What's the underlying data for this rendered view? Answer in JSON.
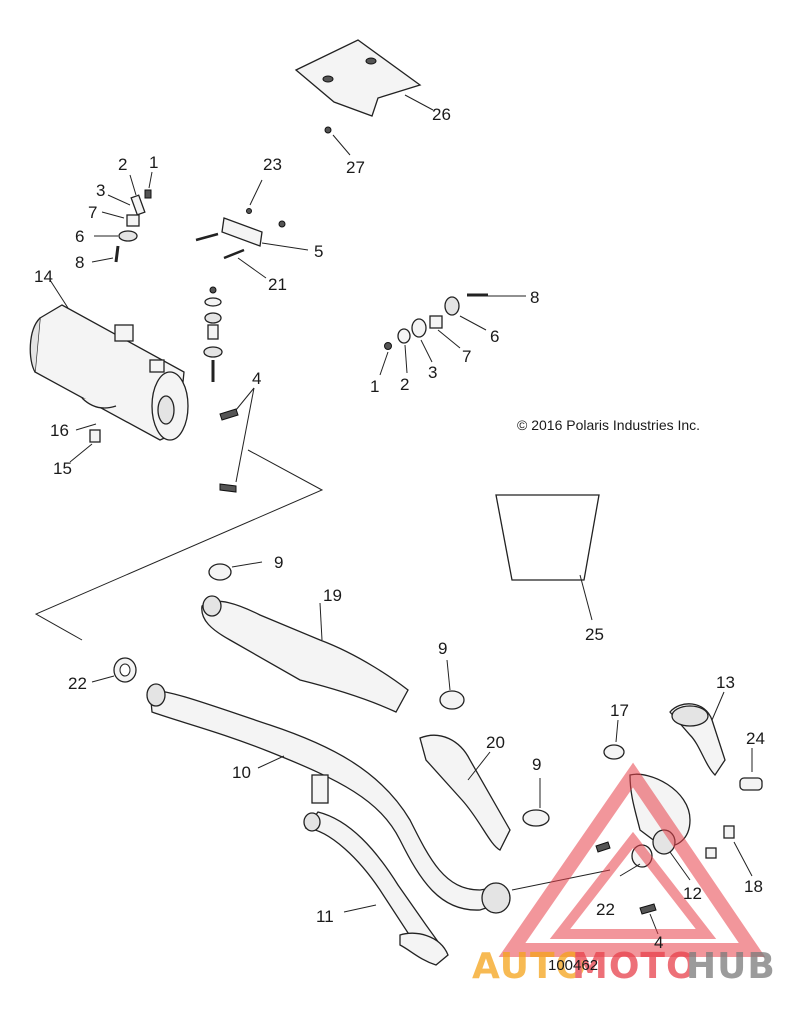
{
  "diagram": {
    "copyright": "© 2016 Polaris Industries Inc.",
    "diagram_id": "100462",
    "callouts": {
      "c26": "26",
      "c27": "27",
      "c2a": "2",
      "c1a": "1",
      "c3a": "3",
      "c7a": "7",
      "c6a": "6",
      "c8a": "8",
      "c23": "23",
      "c5": "5",
      "c21": "21",
      "c14": "14",
      "c4a": "4",
      "c16": "16",
      "c15": "15",
      "c8b": "8",
      "c6b": "6",
      "c7b": "7",
      "c3b": "3",
      "c2b": "2",
      "c1b": "1",
      "c9a": "9",
      "c19": "19",
      "c9b": "9",
      "c22a": "22",
      "c10": "10",
      "c20": "20",
      "c9c": "9",
      "c17": "17",
      "c13": "13",
      "c24": "24",
      "c25": "25",
      "c11": "11",
      "c12": "12",
      "c18": "18",
      "c22b": "22",
      "c4b": "4"
    }
  },
  "watermark": {
    "part1": "AUTO",
    "part2": "MOTO",
    "part3": "HUB",
    "colors": {
      "orange": "#f5a31a",
      "red": "#e8414b",
      "gray": "#7a7a7a"
    }
  }
}
